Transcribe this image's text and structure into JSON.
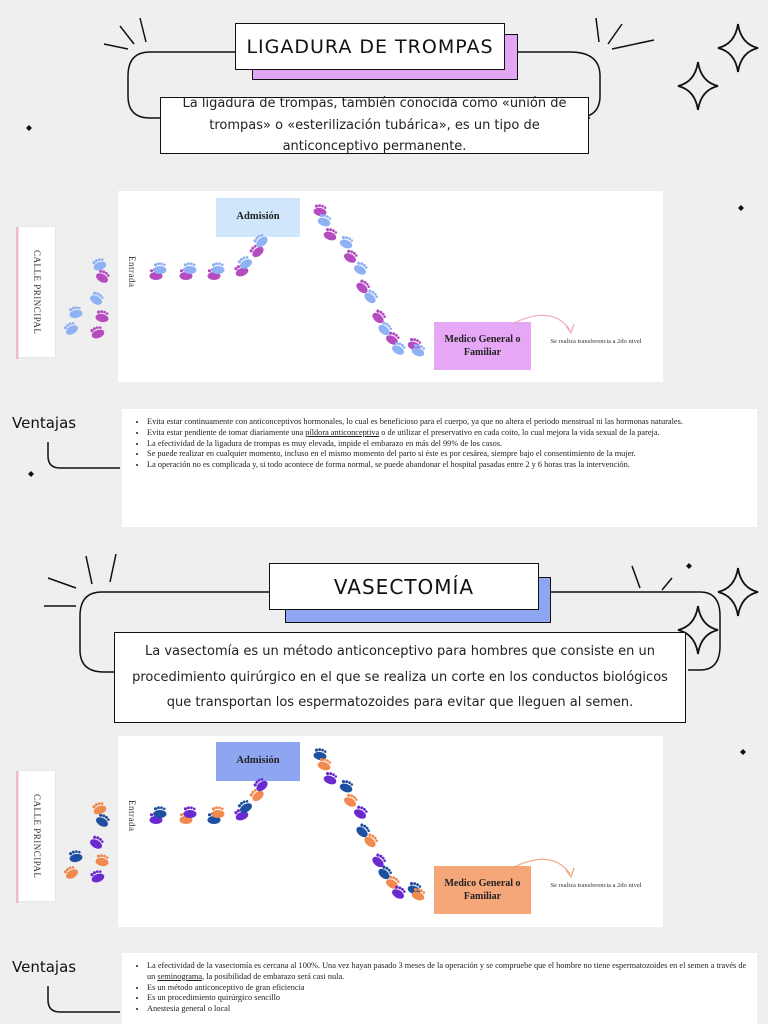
{
  "sections": [
    {
      "title": "LIGADURA DE TROMPAS",
      "title_accent": "#e2a6f4",
      "description": "La ligadura de trompas, también conocida como «unión de trompas» o «esterilización tubárica», es un tipo de anticonceptivo permanente.",
      "diagram": {
        "street_label": "CALLE PRINCIPAL",
        "entrance_label": "Entrada",
        "admission_label": "Admisión",
        "admission_color": "#cfe6fb",
        "doctor_label": "Medico General o Familiar",
        "doctor_color": "#e6a8f6",
        "transfer_label": "Se realiza transferencia a 2do nivel",
        "foot_colors": [
          "#8fb2f4",
          "#b44cc0"
        ]
      },
      "advantages_label": "Ventajas",
      "advantages": [
        {
          "text": "Evita estar continuamente con anticonceptivos hormonales, lo cual es beneficioso para el cuerpo, ya que no altera el periodo menstrual ni las hormonas naturales."
        },
        {
          "pre": "Evita estar pendiente de tomar diariamente una ",
          "link": "píldora anticonceptiva",
          "post": " o de utilizar el preservativo en cada coito, lo cual mejora la vida sexual de la pareja."
        },
        {
          "text": "La efectividad de la ligadura de trompas es muy elevada, impide el embarazo en más del 99% de los casos."
        },
        {
          "text": "Se puede realizar en cualquier momento, incluso en el mismo momento del parto si éste es por cesárea, siempre bajo el consentimiento de la mujer."
        },
        {
          "text": "La operación no es complicada y, si todo acontece de forma normal, se puede abandonar el hospital pasadas entre 2 y 6 horas tras la intervención."
        }
      ]
    },
    {
      "title": "VASECTOMÍA",
      "title_accent": "#8ea6f2",
      "description": "La vasectomía es un método anticonceptivo para hombres que consiste en un procedimiento quirúrgico en el que se realiza un corte en los conductos biológicos que transportan los espermatozoides para evitar que lleguen al semen.",
      "diagram": {
        "street_label": "CALLE PRINCIPAL",
        "entrance_label": "Entrada",
        "admission_label": "Admisión",
        "admission_color": "#8ea6f2",
        "doctor_label": "Medico General o Familiar",
        "doctor_color": "#f6a77a",
        "transfer_label": "Se realiza transferencia a 2do nivel",
        "foot_colors": [
          "#f08a4e",
          "#6a2ad0",
          "#1e4fa0"
        ]
      },
      "advantages_label": "Ventajas",
      "advantages": [
        {
          "pre": "La efectividad de la vasectomía es cercana al 100%. Una vez hayan pasado 3 meses de la operación y se compruebe que el hombre no tiene espermatozoides en el semen a través de un ",
          "link": "seminograma",
          "post": ", la posibilidad de embarazo será casi nula."
        },
        {
          "text": "Es un método anticonceptivo de gran eficiencia"
        },
        {
          "text": "Es un procedimiento quirúrgico sencillo"
        },
        {
          "text": "Anestesia general o local"
        }
      ]
    }
  ]
}
